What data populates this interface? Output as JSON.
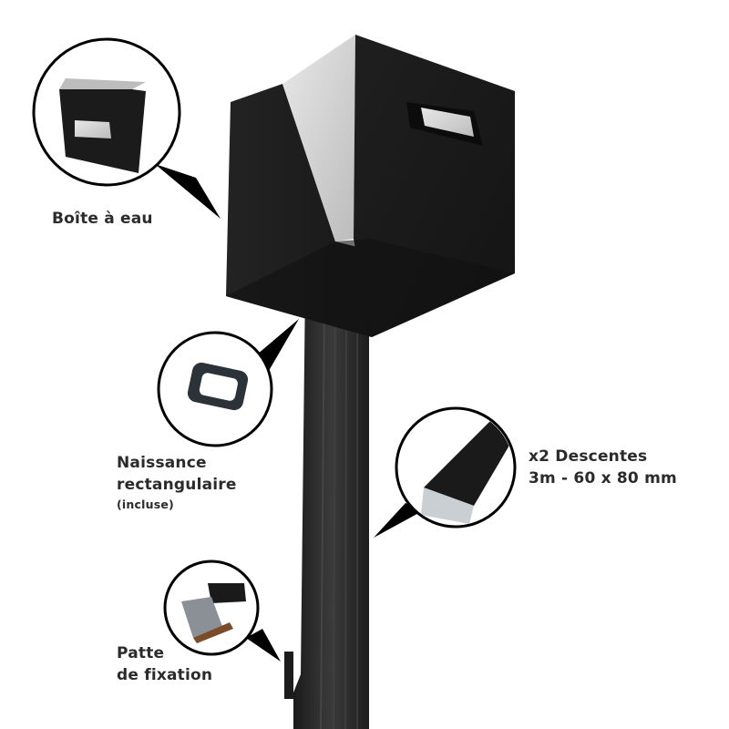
{
  "product": {
    "components": [
      {
        "id": "water-box",
        "label_lines": [
          "Boîte à eau"
        ]
      },
      {
        "id": "rectangular-outlet",
        "label_lines": [
          "Naissance",
          "rectangulaire"
        ],
        "note": "(incluse)"
      },
      {
        "id": "downpipes",
        "label_lines": [
          "x2 Descentes",
          "3m - 60 x 80 mm"
        ]
      },
      {
        "id": "fixing-bracket",
        "label_lines": [
          "Patte",
          "de fixation"
        ]
      }
    ]
  },
  "colors": {
    "background": "#ffffff",
    "text": "#2b2b2b",
    "product_body": "#1c1c1c",
    "product_pipe": "#2a2a2a",
    "metal_highlight": "#d8d8d8",
    "callout_border": "#000000"
  }
}
